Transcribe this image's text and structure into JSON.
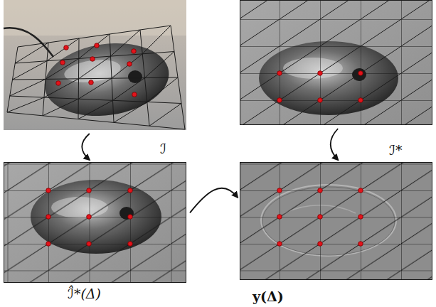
{
  "diagram": {
    "nodes": [
      {
        "text": [
          "ℐ"
        ]
      },
      {
        "text": [
          "ℐ*"
        ]
      },
      {
        "text": [
          "ℐ̂*(Δ)"
        ]
      },
      {
        "text": [
          "y(Δ)"
        ]
      }
    ],
    "edges": [
      {
        "from": 0,
        "to": 2,
        "arrow": "to"
      },
      {
        "from": 1,
        "to": 3,
        "arrow": "to"
      },
      {
        "from": 2,
        "to": 3,
        "arrow": "to"
      }
    ]
  }
}
